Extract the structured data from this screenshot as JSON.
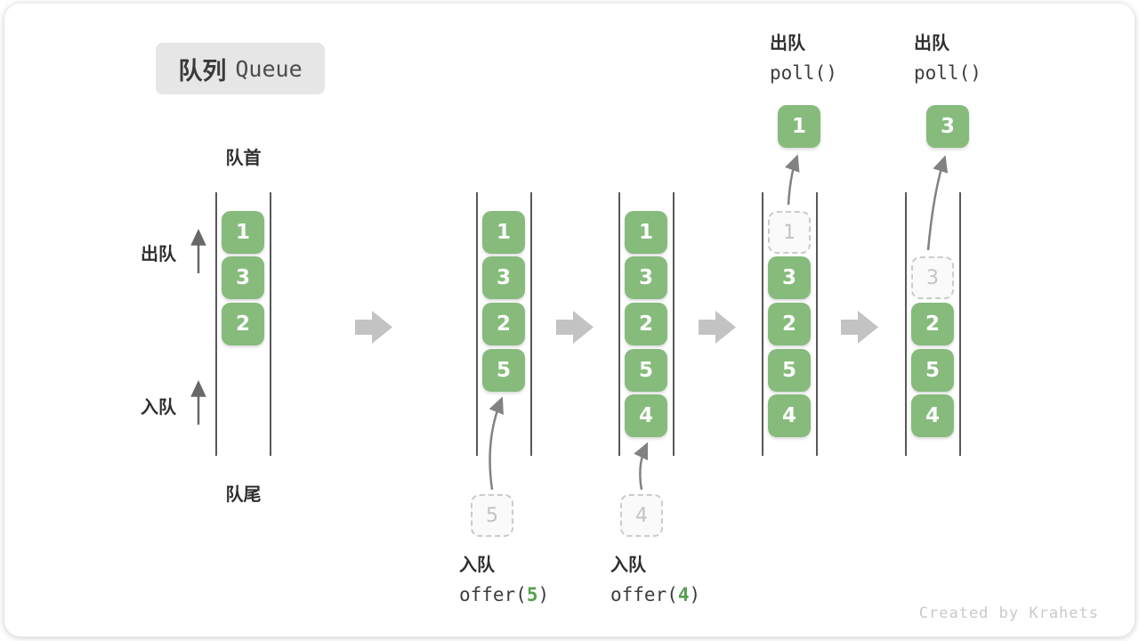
{
  "title": {
    "badge_zh": "队列",
    "badge_en": "Queue"
  },
  "axis_labels": {
    "front": "队首",
    "rear": "队尾",
    "dequeue_side": "出队",
    "enqueue_side": "入队"
  },
  "states": [
    {
      "name": "state-1",
      "cells": [
        {
          "slot": 0,
          "value": "1",
          "style": "solid"
        },
        {
          "slot": 1,
          "value": "3",
          "style": "solid"
        },
        {
          "slot": 2,
          "value": "2",
          "style": "solid"
        }
      ]
    },
    {
      "name": "state-2-after-offer-5",
      "cells": [
        {
          "slot": 0,
          "value": "1",
          "style": "solid"
        },
        {
          "slot": 1,
          "value": "3",
          "style": "solid"
        },
        {
          "slot": 2,
          "value": "2",
          "style": "solid"
        },
        {
          "slot": 3,
          "value": "5",
          "style": "solid"
        }
      ]
    },
    {
      "name": "state-3-after-offer-4",
      "cells": [
        {
          "slot": 0,
          "value": "1",
          "style": "solid"
        },
        {
          "slot": 1,
          "value": "3",
          "style": "solid"
        },
        {
          "slot": 2,
          "value": "2",
          "style": "solid"
        },
        {
          "slot": 3,
          "value": "5",
          "style": "solid"
        },
        {
          "slot": 4,
          "value": "4",
          "style": "solid"
        }
      ]
    },
    {
      "name": "state-4-after-poll-1",
      "cells": [
        {
          "slot": 0,
          "value": "1",
          "style": "dashed"
        },
        {
          "slot": 1,
          "value": "3",
          "style": "solid"
        },
        {
          "slot": 2,
          "value": "2",
          "style": "solid"
        },
        {
          "slot": 3,
          "value": "5",
          "style": "solid"
        },
        {
          "slot": 4,
          "value": "4",
          "style": "solid"
        }
      ]
    },
    {
      "name": "state-5-after-poll-3",
      "cells": [
        {
          "slot": 1,
          "value": "3",
          "style": "dashed"
        },
        {
          "slot": 2,
          "value": "2",
          "style": "solid"
        },
        {
          "slot": 3,
          "value": "5",
          "style": "solid"
        },
        {
          "slot": 4,
          "value": "4",
          "style": "solid"
        }
      ]
    }
  ],
  "operations": {
    "enqueue": [
      {
        "label": "入队",
        "code_prefix": "offer(",
        "arg": "5",
        "code_suffix": ")",
        "item": "5"
      },
      {
        "label": "入队",
        "code_prefix": "offer(",
        "arg": "4",
        "code_suffix": ")",
        "item": "4"
      }
    ],
    "dequeue": [
      {
        "label": "出队",
        "code": "poll()",
        "item": "1"
      },
      {
        "label": "出队",
        "code": "poll()",
        "item": "3"
      }
    ]
  },
  "watermark": "Created by Krahets",
  "colors": {
    "cell_green": "#86bb7c",
    "code_green": "#55a04e",
    "rail_dark": "#58585a",
    "transition_arrow_gray": "#c3c3c3",
    "dashed_border": "#cbcbcb",
    "badge_bg": "#e6e6e6"
  }
}
